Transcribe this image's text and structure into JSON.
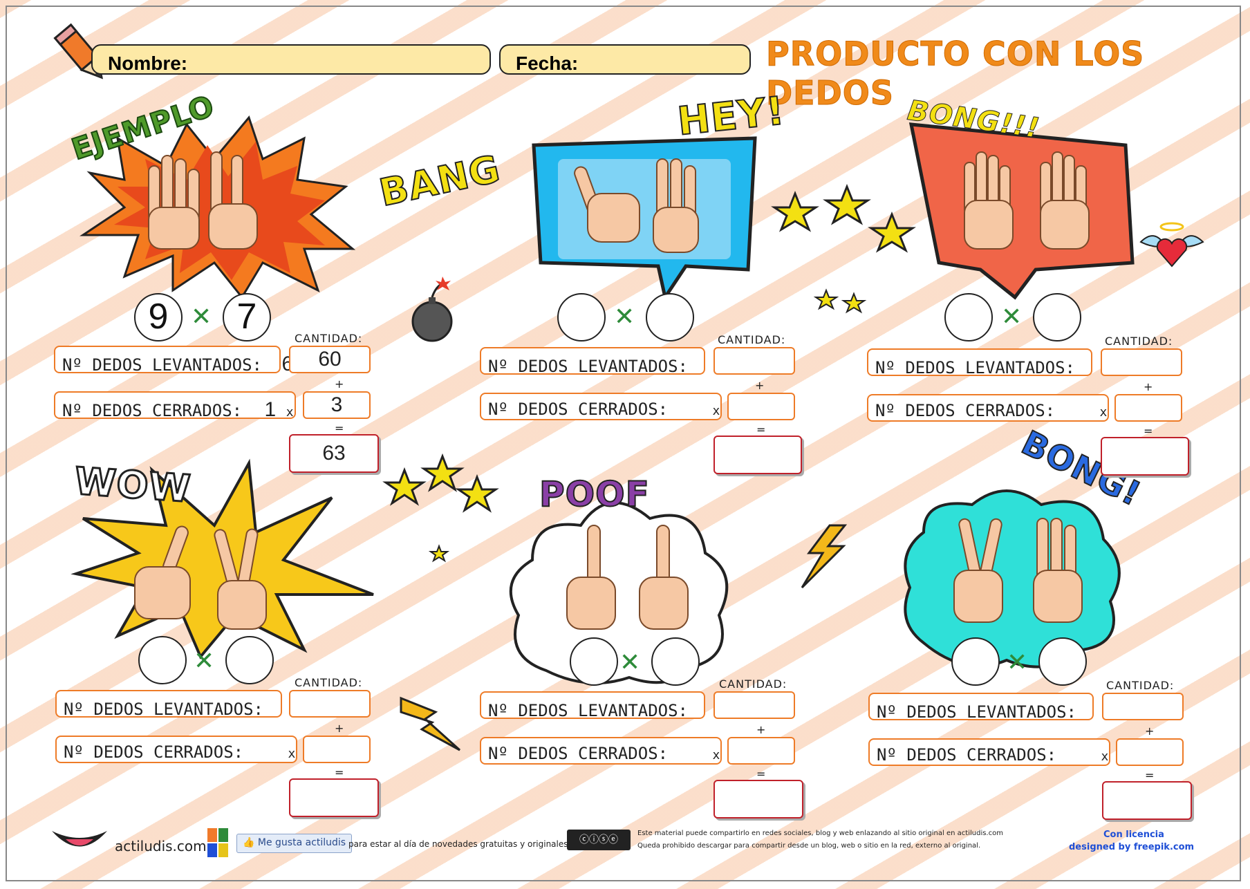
{
  "header": {
    "nombre_label": "Nombre:",
    "fecha_label": "Fecha:",
    "title": "PRODUCTO CON LOS DEDOS"
  },
  "labels": {
    "cantidad": "CANTIDAD:",
    "levantados": "Nº DEDOS LEVANTADOS:",
    "cerrados": "Nº DEDOS CERRADOS:",
    "plus": "+",
    "equals": "=",
    "times": "x"
  },
  "exercises": [
    {
      "word": "EJEMPLO",
      "left": "9",
      "right": "7",
      "levantados": "6",
      "cerrados_a": "1",
      "cerrados_b": "3",
      "cant_1": "60",
      "cant_2": "3",
      "total": "63"
    },
    {
      "word": "HEY!",
      "left": "",
      "right": "",
      "levantados": "",
      "cerrados_a": "",
      "cerrados_b": "",
      "cant_1": "",
      "cant_2": "",
      "total": ""
    },
    {
      "word": "BONG!!!",
      "left": "",
      "right": "",
      "levantados": "",
      "cerrados_a": "",
      "cerrados_b": "",
      "cant_1": "",
      "cant_2": "",
      "total": ""
    },
    {
      "word": "WOW",
      "left": "",
      "right": "",
      "levantados": "",
      "cerrados_a": "",
      "cerrados_b": "",
      "cant_1": "",
      "cant_2": "",
      "total": ""
    },
    {
      "word": "POOF",
      "left": "",
      "right": "",
      "levantados": "",
      "cerrados_a": "",
      "cerrados_b": "",
      "cant_1": "",
      "cant_2": "",
      "total": ""
    },
    {
      "word": "BONG!",
      "left": "",
      "right": "",
      "levantados": "",
      "cerrados_a": "",
      "cerrados_b": "",
      "cant_1": "",
      "cant_2": "",
      "total": ""
    }
  ],
  "decor_words": {
    "bang": "BANG"
  },
  "footer": {
    "site": "actiludis.com",
    "like_button": "Me gusta  actiludis",
    "like_text": "para estar al día de novedades gratuitas y originales.",
    "license_line1": "Este material puede compartirlo en redes sociales, blog y web enlazando al sitio original en actiludis.com",
    "license_line2": "Queda prohibido descargar para compartir desde un blog, web o sitio en la red, externo al original.",
    "freepik_line1": "Con licencia",
    "freepik_line2": "designed by  freepik.com",
    "colors": {
      "freepik_blue": "#1f4fd6",
      "border_orange": "#ee7b27",
      "total_red": "#c0202a",
      "x_green": "#2e8b3a"
    }
  },
  "icons": [
    "pencil-icon",
    "hand-icon",
    "bomb-icon",
    "star-icon",
    "lightning-icon",
    "heart-wings-icon",
    "cloud-icon",
    "cc-license-icon",
    "abn-logo-icon",
    "smile-logo-icon"
  ]
}
